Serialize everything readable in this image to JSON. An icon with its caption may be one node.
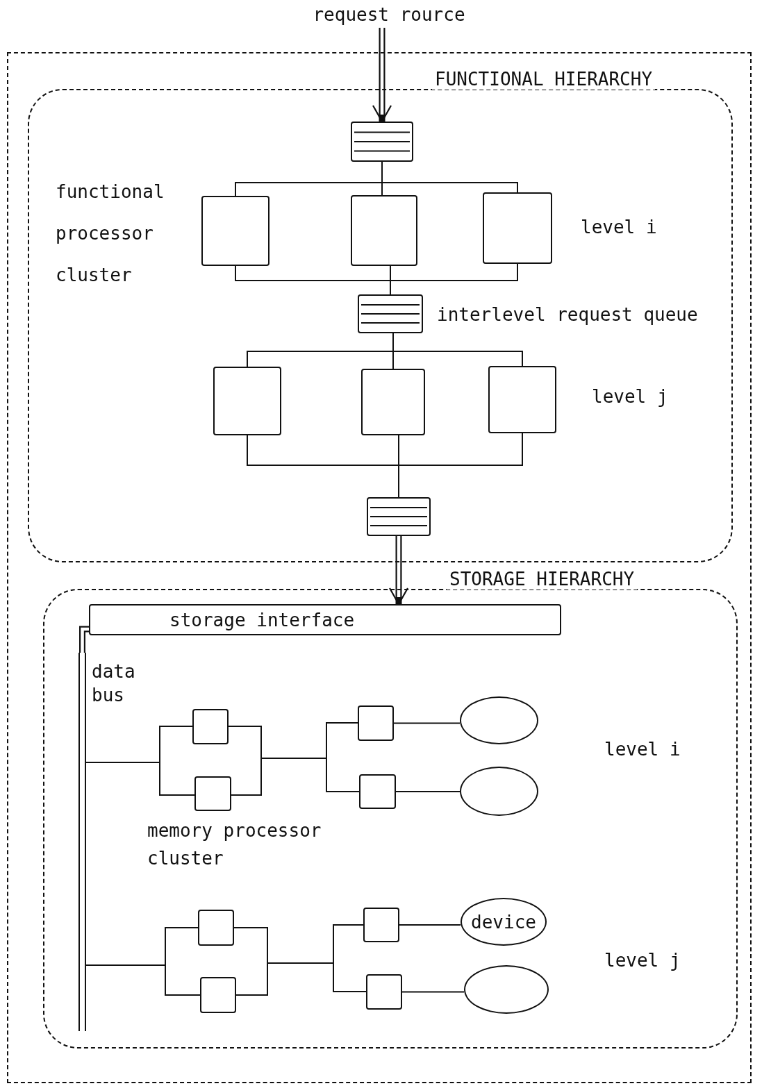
{
  "diagram": {
    "nodes": [
      {
        "text": [
          "request rource"
        ]
      },
      {
        "text": [],
        "shape": "box"
      },
      {
        "text": [
          "FUNCTIONAL HIERARCHY"
        ],
        "in": 1
      },
      {
        "text": [],
        "shape": "queue",
        "in": 2
      },
      {
        "text": [],
        "shape": "box",
        "in": 2
      },
      {
        "text": [],
        "shape": "box",
        "in": 2
      },
      {
        "text": [],
        "shape": "box",
        "in": 2
      },
      {
        "text": [],
        "shape": "queue",
        "in": 2,
        "beside": [
          "interlevel request queue"
        ]
      },
      {
        "text": [],
        "shape": "box",
        "in": 2
      },
      {
        "text": [],
        "shape": "box",
        "in": 2
      },
      {
        "text": [],
        "shape": "box",
        "in": 2
      },
      {
        "text": [],
        "shape": "queue",
        "in": 2
      },
      {
        "text": [
          "STORAGE HIERARCHY"
        ],
        "in": 1
      },
      {
        "text": [
          "storage interface"
        ],
        "in": 12
      },
      {
        "text": [],
        "shape": "bar",
        "in": 12
      },
      {
        "text": [],
        "shape": "box",
        "in": 12
      },
      {
        "text": [],
        "shape": "box",
        "in": 12
      },
      {
        "text": [],
        "shape": "box",
        "in": 12
      },
      {
        "text": [],
        "shape": "box",
        "in": 12
      },
      {
        "text": [],
        "shape": "ellipse",
        "in": 12
      },
      {
        "text": [],
        "shape": "ellipse",
        "in": 12
      },
      {
        "text": [],
        "shape": "box",
        "in": 12
      },
      {
        "text": [],
        "shape": "box",
        "in": 12
      },
      {
        "text": [],
        "shape": "box",
        "in": 12
      },
      {
        "text": [],
        "shape": "box",
        "in": 12
      },
      {
        "text": [
          "device"
        ],
        "in": 12
      },
      {
        "text": [],
        "shape": "ellipse",
        "in": 12
      }
    ],
    "edges": [
      {
        "from": 0,
        "to": 3,
        "arrow": "to",
        "style": "thick"
      },
      {
        "from": 3,
        "to": 4,
        "arrow": "none"
      },
      {
        "from": 3,
        "to": 5,
        "arrow": "none"
      },
      {
        "from": 3,
        "to": 6,
        "arrow": "none"
      },
      {
        "from": 4,
        "to": 7,
        "arrow": "none"
      },
      {
        "from": 5,
        "to": 7,
        "arrow": "none"
      },
      {
        "from": 6,
        "to": 7,
        "arrow": "none"
      },
      {
        "from": 7,
        "to": 8,
        "arrow": "none"
      },
      {
        "from": 7,
        "to": 9,
        "arrow": "none"
      },
      {
        "from": 7,
        "to": 10,
        "arrow": "none"
      },
      {
        "from": 8,
        "to": 11,
        "arrow": "none"
      },
      {
        "from": 9,
        "to": 11,
        "arrow": "none"
      },
      {
        "from": 10,
        "to": 11,
        "arrow": "none"
      },
      {
        "from": 11,
        "to": 13,
        "arrow": "to",
        "style": "thick"
      },
      {
        "from": 13,
        "to": 14,
        "arrow": "none",
        "style": "thick"
      },
      {
        "from": 14,
        "to": 15,
        "arrow": "none"
      },
      {
        "from": 14,
        "to": 16,
        "arrow": "none"
      },
      {
        "from": 15,
        "to": 17,
        "arrow": "none"
      },
      {
        "from": 15,
        "to": 18,
        "arrow": "none"
      },
      {
        "from": 16,
        "to": 17,
        "arrow": "none"
      },
      {
        "from": 16,
        "to": 18,
        "arrow": "none"
      },
      {
        "from": 17,
        "to": 19,
        "arrow": "none"
      },
      {
        "from": 18,
        "to": 20,
        "arrow": "none"
      },
      {
        "from": 14,
        "to": 21,
        "arrow": "none"
      },
      {
        "from": 14,
        "to": 22,
        "arrow": "none"
      },
      {
        "from": 21,
        "to": 23,
        "arrow": "none"
      },
      {
        "from": 21,
        "to": 24,
        "arrow": "none"
      },
      {
        "from": 22,
        "to": 23,
        "arrow": "none"
      },
      {
        "from": 22,
        "to": 24,
        "arrow": "none"
      },
      {
        "from": 23,
        "to": 25,
        "arrow": "none"
      },
      {
        "from": 24,
        "to": 26,
        "arrow": "none"
      }
    ],
    "labels": [
      "functional processor cluster",
      "level i",
      "level j",
      "data bus",
      "level i",
      "memory processor cluster",
      "level j"
    ]
  }
}
